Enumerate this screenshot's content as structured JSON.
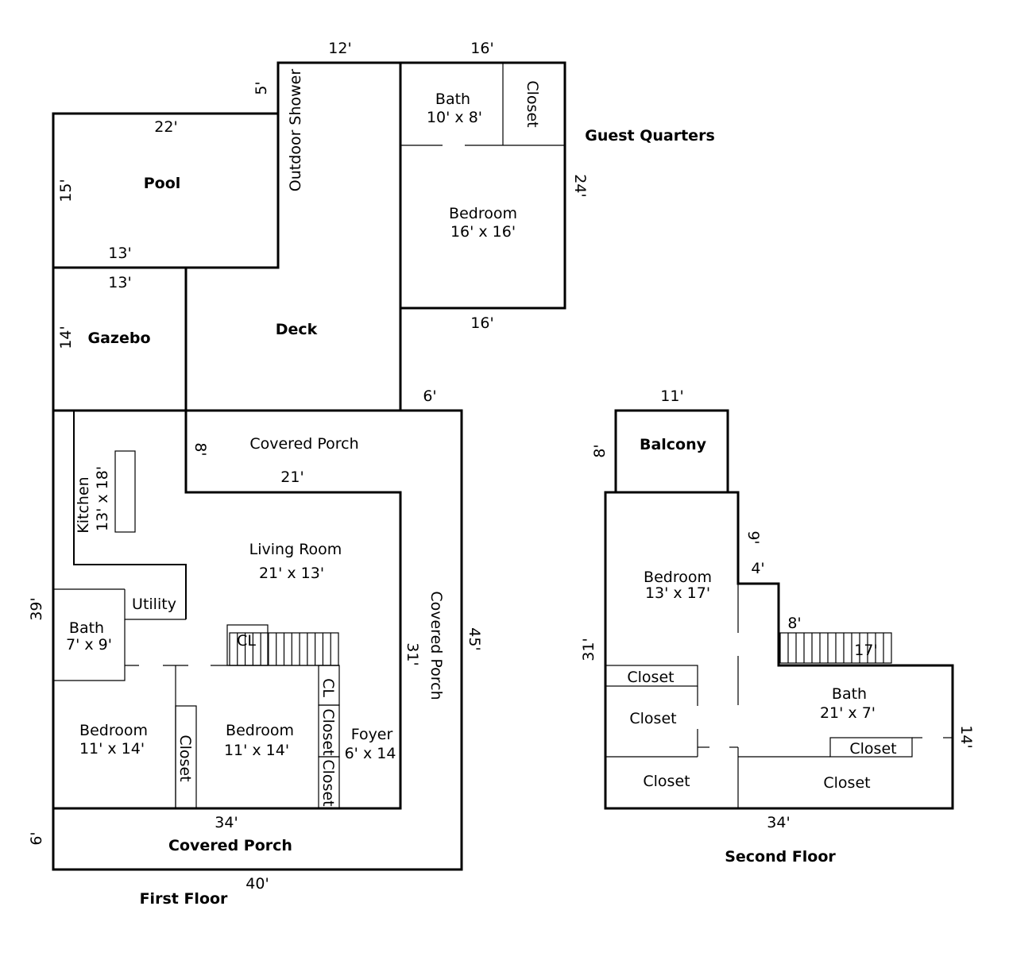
{
  "first_floor": {
    "title": "First Floor",
    "rooms": {
      "pool": "Pool",
      "outdoor_shower": "Outdoor Shower",
      "gazebo": "Gazebo",
      "deck": "Deck",
      "covered_porch_top": "Covered Porch",
      "covered_porch_side": "Covered Porch",
      "covered_porch_bottom": "Covered Porch",
      "kitchen_name": "Kitchen",
      "kitchen_size": "13' x 18'",
      "living_name": "Living Room",
      "living_size": "21' x 13'",
      "utility": "Utility",
      "bath_name": "Bath",
      "bath_size": "7' x 9'",
      "cl_stair": "CL",
      "bedroom1_name": "Bedroom",
      "bedroom1_size": "11' x 14'",
      "bedroom2_name": "Bedroom",
      "bedroom2_size": "11' x 14'",
      "closet1": "Closet",
      "cl_small": "CL",
      "closet2": "Closet",
      "closet3": "Closet",
      "foyer_name": "Foyer",
      "foyer_size": "6' x 14"
    },
    "dims": {
      "top_12": "12'",
      "shower_5": "5'",
      "pool_22": "22'",
      "pool_15": "15'",
      "pool_13": "13'",
      "gazebo_13": "13'",
      "gazebo_14": "14'",
      "deck_6": "6'",
      "porch_8": "8'",
      "porch_21": "21'",
      "left_39": "39'",
      "inner_31": "31'",
      "outer_45": "45'",
      "bottom_34": "34'",
      "porch_6": "6'",
      "bottom_40": "40'"
    }
  },
  "guest_quarters": {
    "title": "Guest Quarters",
    "bath_name": "Bath",
    "bath_size": "10' x 8'",
    "closet": "Closet",
    "bedroom_name": "Bedroom",
    "bedroom_size": "16' x 16'",
    "dims": {
      "top_16": "16'",
      "right_24": "24'",
      "bottom_16": "16'"
    }
  },
  "second_floor": {
    "title": "Second Floor",
    "balcony": "Balcony",
    "bedroom_name": "Bedroom",
    "bedroom_size": "13' x 17'",
    "closet_a": "Closet",
    "closet_b": "Closet",
    "closet_c": "Closet",
    "closet_d": "Closet",
    "closet_e": "Closet",
    "bath_name": "Bath",
    "bath_size": "21' x 7'",
    "dims": {
      "balcony_11": "11'",
      "balcony_8": "8'",
      "side_9": "9'",
      "step_4": "4'",
      "stair_8": "8'",
      "stair_17": "17'",
      "left_31": "31'",
      "right_14": "14'",
      "bottom_34": "34'"
    }
  }
}
